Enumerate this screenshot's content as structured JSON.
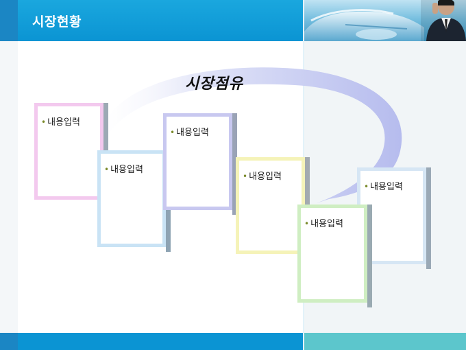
{
  "header": {
    "title": "시장현황"
  },
  "main": {
    "title": "시장점유",
    "cards": [
      {
        "label": "내용입력",
        "face": "#f3c9ee",
        "side": "#9ca9b4"
      },
      {
        "label": "내용입력",
        "face": "#c9e3f5",
        "side": "#8ea3b3"
      },
      {
        "label": "내용입력",
        "face": "#c8c8f0",
        "side": "#9aa3b6"
      },
      {
        "label": "내용입력",
        "face": "#f5f3b8",
        "side": "#a3aab0"
      },
      {
        "label": "내용입력",
        "face": "#cfeec2",
        "side": "#9aaab2"
      },
      {
        "label": "내용입력",
        "face": "#d6e6f4",
        "side": "#9aa9b6"
      }
    ]
  },
  "colors": {
    "header_blue": "#0b94d3",
    "footer_teal": "#5cc6cc",
    "arc": "#b9bff0"
  },
  "icons": {
    "header_photo": "car-and-businessman-photo"
  }
}
